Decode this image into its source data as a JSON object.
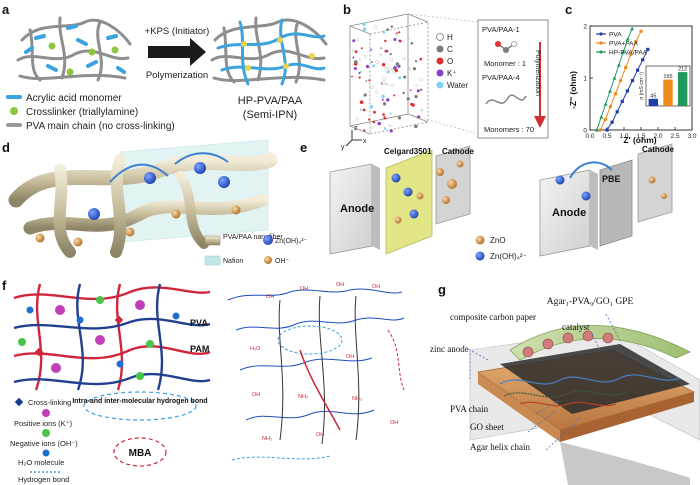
{
  "panels": {
    "a": {
      "letter": "a",
      "arrow_top": "+KPS (Initiator)",
      "arrow_bottom": "Polymerization",
      "product_line1": "HP-PVA/PAA",
      "product_line2": "(Semi-IPN)",
      "legend": [
        {
          "label": "Acrylic acid monomer",
          "color": "#3aa3e0"
        },
        {
          "label": "Crosslinker (triallylamine)",
          "color": "#8cc63f"
        },
        {
          "label": "PVA main chain (no cross-linking)",
          "color": "#9a9a9a"
        }
      ]
    },
    "b": {
      "letter": "b",
      "legend": [
        {
          "label": "H",
          "color": "#ffffff"
        },
        {
          "label": "C",
          "color": "#7a7a7a"
        },
        {
          "label": "O",
          "color": "#e03030"
        },
        {
          "label": "K⁺",
          "color": "#8a3fc6"
        },
        {
          "label": "Water",
          "color": "#7fd4f0"
        }
      ],
      "inset_label1": "PVA/PAA-1",
      "inset_monomer1": "Monomer : 1",
      "inset_label4": "PVA/PAA-4",
      "inset_monomer4": "Monomers : 70",
      "inset_arrow": "Polymerization",
      "axes": [
        "z",
        "y",
        "x"
      ]
    },
    "c": {
      "letter": "c",
      "ylabel": "-Z'' (ohm)",
      "xlabel": "Z' (ohm)",
      "legend_title": "",
      "inset_ylabel": "σ (mS cm⁻¹)"
    },
    "d": {
      "letter": "d",
      "legend": [
        {
          "label": "PVA/PAA nanofiber"
        },
        {
          "label": "Zn(OH)₄²⁻"
        },
        {
          "label": "Nafion"
        },
        {
          "label": "OH⁻"
        }
      ]
    },
    "e": {
      "letter": "e",
      "left_anode": "Anode",
      "left_separator": "Celgard3501",
      "left_cathode": "Cathode",
      "right_anode": "Anode",
      "right_separator": "PBE",
      "right_cathode": "Cathode",
      "legend_zno": "ZnO",
      "legend_zinc": "Zn(OH)₄²⁻"
    },
    "f": {
      "letter": "f",
      "label_pva": "PVA",
      "label_pam": "PAM",
      "legend": [
        {
          "label": "Cross-linking",
          "color": "#d0263c"
        },
        {
          "label": "Positive ions (K⁺)",
          "color": "#c23fb8"
        },
        {
          "label": "Negative ions (OH⁻)",
          "color": "#48c448"
        },
        {
          "label": "H₂O molecule",
          "color": "#1e6fd0"
        },
        {
          "label": "Hydrogen bond",
          "color": "#3fa0e0"
        }
      ],
      "hbond_box": "Intra-and inter-molecular hydrogen bond",
      "mba_box": "MBA"
    },
    "g": {
      "letter": "g",
      "title": "Agar₁-PVA₉/GO₁ GPE",
      "labels": {
        "carbon": "composite carbon paper",
        "catalyst": "catalyst",
        "zinc": "zinc anode",
        "pva": "PVA chain",
        "go": "GO sheet",
        "agar": "Agar helix chain"
      }
    }
  },
  "chart_data": {
    "type": "scatter",
    "title": "",
    "xlabel": "Z' (ohm)",
    "ylabel": "-Z'' (ohm)",
    "xlim": [
      0,
      3.0
    ],
    "ylim": [
      0,
      2.0
    ],
    "xticks": [
      0.0,
      0.5,
      1.0,
      1.5,
      2.0,
      2.5,
      3.0
    ],
    "yticks": [
      0,
      1,
      2
    ],
    "series": [
      {
        "name": "PVA",
        "color": "#1f3fa8",
        "x": [
          0.5,
          0.65,
          0.8,
          0.95,
          1.1,
          1.25,
          1.4,
          1.55,
          1.7
        ],
        "y": [
          0.0,
          0.15,
          0.35,
          0.55,
          0.75,
          0.95,
          1.15,
          1.35,
          1.55
        ]
      },
      {
        "name": "PVA+PAA",
        "color": "#f08a1a",
        "x": [
          0.3,
          0.45,
          0.6,
          0.75,
          0.9,
          1.05,
          1.2,
          1.35,
          1.5
        ],
        "y": [
          0.0,
          0.2,
          0.45,
          0.7,
          0.95,
          1.2,
          1.45,
          1.7,
          1.9
        ]
      },
      {
        "name": "HP-PVA/PAA",
        "color": "#1f9a5a",
        "x": [
          0.2,
          0.33,
          0.46,
          0.59,
          0.72,
          0.85,
          0.98,
          1.11,
          1.24
        ],
        "y": [
          0.0,
          0.25,
          0.5,
          0.75,
          1.0,
          1.25,
          1.5,
          1.75,
          1.95
        ]
      }
    ],
    "inset": {
      "type": "bar",
      "ylabel": "σ (mS cm⁻¹)",
      "ylim": [
        0,
        250
      ],
      "values": [
        45,
        165,
        212
      ],
      "value_labels": [
        "45",
        "165",
        "212"
      ],
      "colors": [
        "#1f3fa8",
        "#f08a1a",
        "#1f9a5a"
      ]
    }
  }
}
